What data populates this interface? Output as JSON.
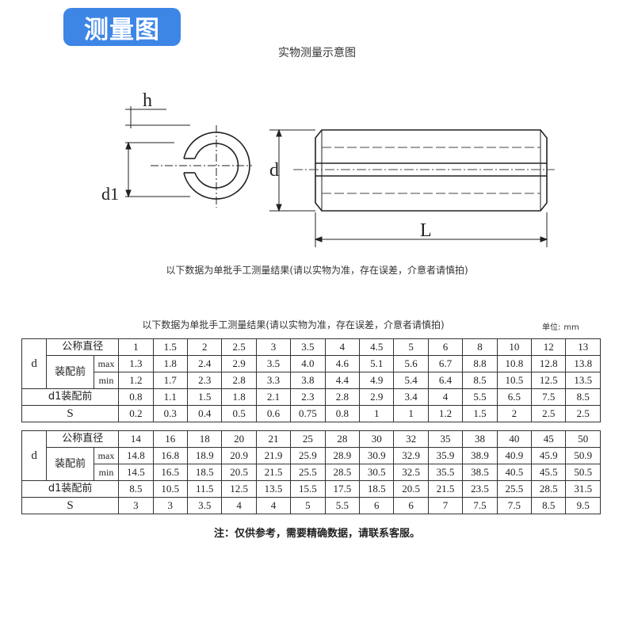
{
  "header": {
    "badge": "测量图"
  },
  "diagram": {
    "title": "实物测量示意图",
    "labels": {
      "h": "h",
      "d1": "d1",
      "d": "d",
      "L": "L"
    }
  },
  "note_top": "以下数据为单批手工测量结果(请以实物为准，存在误差，介意者请慎拍)",
  "table_title": "以下数据为单批手工测量结果(请以实物为准，存在误差，介意者请慎拍)",
  "unit": {
    "label": "单位:",
    "value": "mm"
  },
  "row_labels": {
    "d": "d",
    "nominal": "公称直径",
    "assembled": "装配前",
    "max": "max",
    "min": "min",
    "d1": "d1装配前",
    "s": "S"
  },
  "tables": [
    {
      "nominal": [
        "1",
        "1.5",
        "2",
        "2.5",
        "3",
        "3.5",
        "4",
        "4.5",
        "5",
        "6",
        "8",
        "10",
        "12",
        "13"
      ],
      "d_max": [
        "1.3",
        "1.8",
        "2.4",
        "2.9",
        "3.5",
        "4.0",
        "4.6",
        "5.1",
        "5.6",
        "6.7",
        "8.8",
        "10.8",
        "12.8",
        "13.8"
      ],
      "d_min": [
        "1.2",
        "1.7",
        "2.3",
        "2.8",
        "3.3",
        "3.8",
        "4.4",
        "4.9",
        "5.4",
        "6.4",
        "8.5",
        "10.5",
        "12.5",
        "13.5"
      ],
      "d1": [
        "0.8",
        "1.1",
        "1.5",
        "1.8",
        "2.1",
        "2.3",
        "2.8",
        "2.9",
        "3.4",
        "4",
        "5.5",
        "6.5",
        "7.5",
        "8.5"
      ],
      "s": [
        "0.2",
        "0.3",
        "0.4",
        "0.5",
        "0.6",
        "0.75",
        "0.8",
        "1",
        "1",
        "1.2",
        "1.5",
        "2",
        "2.5",
        "2.5"
      ]
    },
    {
      "nominal": [
        "14",
        "16",
        "18",
        "20",
        "21",
        "25",
        "28",
        "30",
        "32",
        "35",
        "38",
        "40",
        "45",
        "50"
      ],
      "d_max": [
        "14.8",
        "16.8",
        "18.9",
        "20.9",
        "21.9",
        "25.9",
        "28.9",
        "30.9",
        "32.9",
        "35.9",
        "38.9",
        "40.9",
        "45.9",
        "50.9"
      ],
      "d_min": [
        "14.5",
        "16.5",
        "18.5",
        "20.5",
        "21.5",
        "25.5",
        "28.5",
        "30.5",
        "32.5",
        "35.5",
        "38.5",
        "40.5",
        "45.5",
        "50.5"
      ],
      "d1": [
        "8.5",
        "10.5",
        "11.5",
        "12.5",
        "13.5",
        "15.5",
        "17.5",
        "18.5",
        "20.5",
        "21.5",
        "23.5",
        "25.5",
        "28.5",
        "31.5"
      ],
      "s": [
        "3",
        "3",
        "3.5",
        "4",
        "4",
        "5",
        "5.5",
        "6",
        "6",
        "7",
        "7.5",
        "7.5",
        "8.5",
        "9.5"
      ]
    }
  ],
  "bottom_note": "注：仅供参考，需要精确数据，请联系客服。"
}
